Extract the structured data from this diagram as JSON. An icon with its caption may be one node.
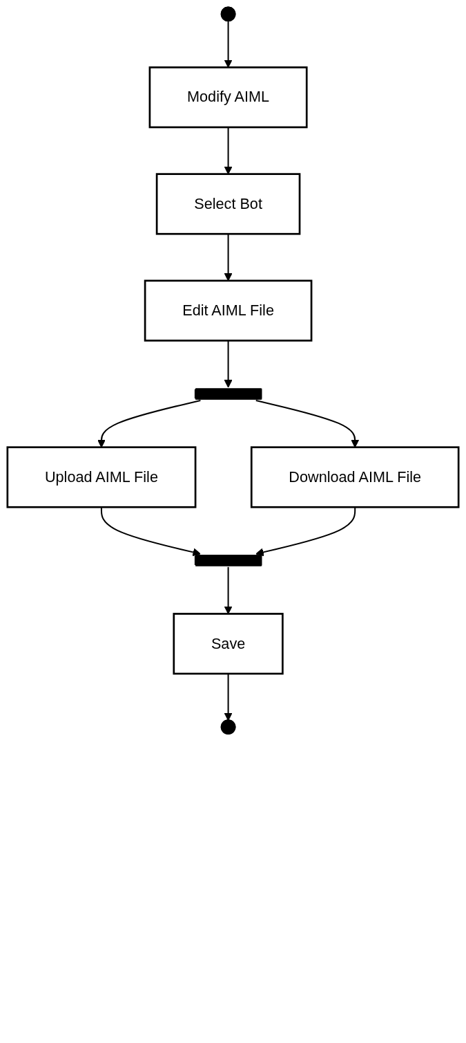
{
  "diagram": {
    "nodes": [
      {
        "text": [],
        "shape": "circle"
      },
      {
        "text": [
          "Modify AIML"
        ]
      },
      {
        "text": [
          "Select Bot"
        ]
      },
      {
        "text": [
          "Edit AIML File"
        ]
      },
      {
        "text": [],
        "shape": "bar"
      },
      {
        "text": [
          "Upload AIML File"
        ]
      },
      {
        "text": [
          "Download AIML File"
        ]
      },
      {
        "text": [],
        "shape": "bar"
      },
      {
        "text": [
          "Save"
        ]
      },
      {
        "text": [],
        "shape": "circle"
      }
    ],
    "edges": [
      {
        "from": 0,
        "to": 1,
        "arrow": "to"
      },
      {
        "from": 1,
        "to": 2,
        "arrow": "to"
      },
      {
        "from": 2,
        "to": 3,
        "arrow": "to"
      },
      {
        "from": 3,
        "to": 4,
        "arrow": "to"
      },
      {
        "from": 4,
        "to": 5,
        "arrow": "to"
      },
      {
        "from": 4,
        "to": 6,
        "arrow": "to"
      },
      {
        "from": 5,
        "to": 7,
        "arrow": "to"
      },
      {
        "from": 6,
        "to": 7,
        "arrow": "to"
      },
      {
        "from": 7,
        "to": 8,
        "arrow": "to"
      },
      {
        "from": 8,
        "to": 9,
        "arrow": "to"
      }
    ]
  }
}
